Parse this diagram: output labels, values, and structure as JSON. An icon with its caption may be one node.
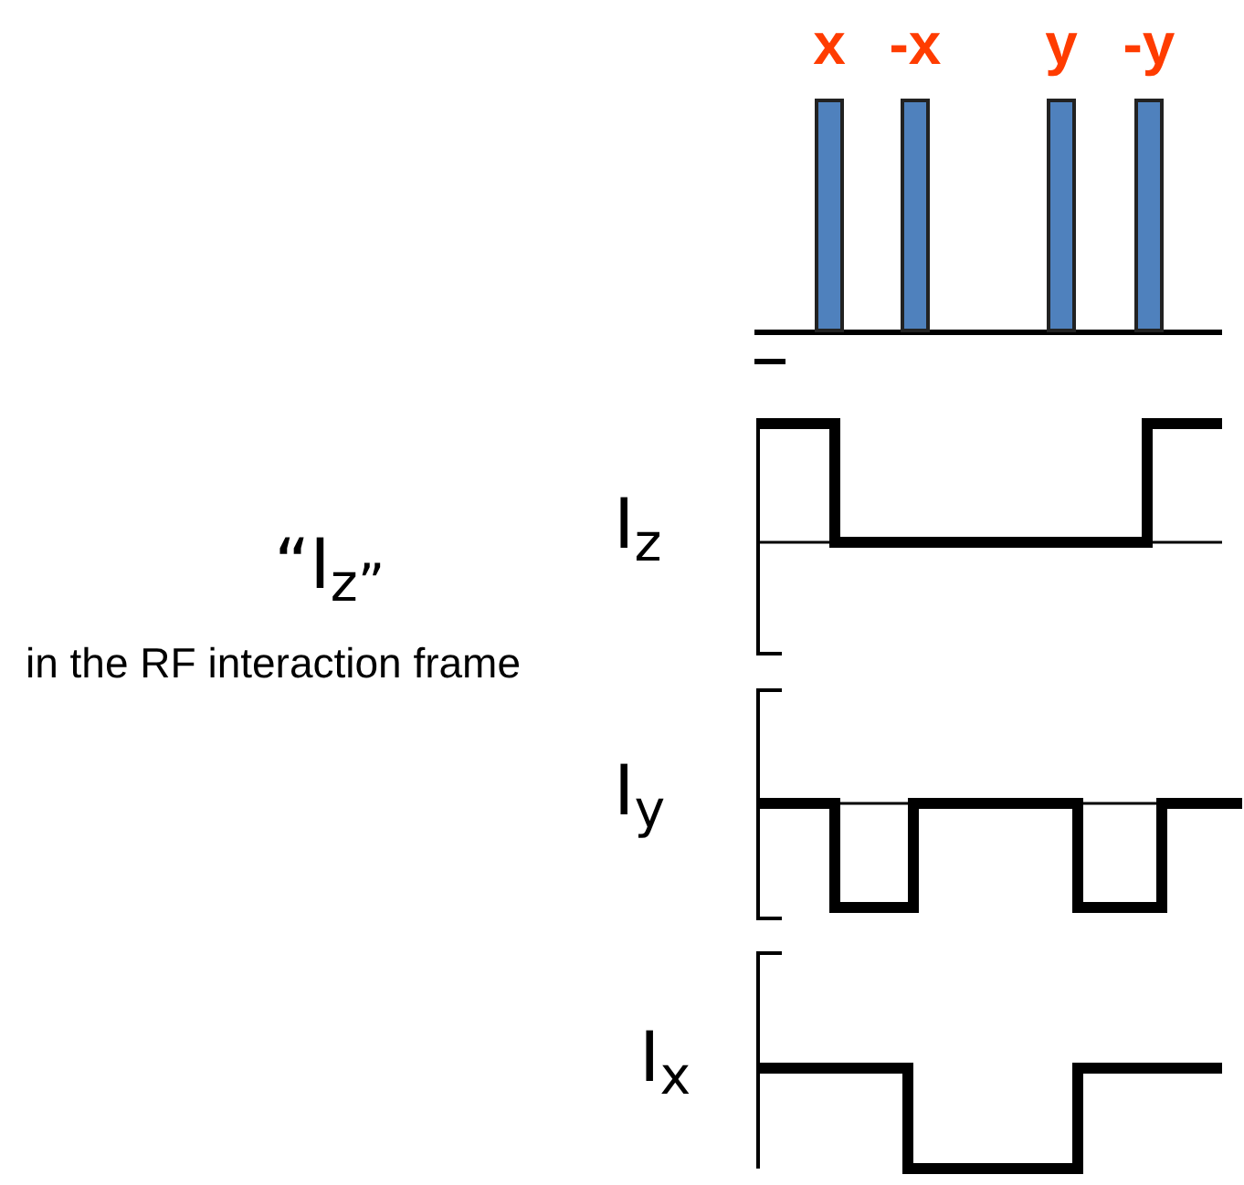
{
  "diagram": {
    "nodes": [
      {
        "text": [
          "x"
        ]
      },
      {
        "text": [
          "-x"
        ]
      },
      {
        "text": [
          "y"
        ]
      },
      {
        "text": [
          "-y"
        ]
      }
    ],
    "labels": [
      "I$_{z}$",
      "“I$_{z”}$",
      "in the RF interaction frame",
      "I$_{y}$",
      "I$_{x}$"
    ]
  }
}
